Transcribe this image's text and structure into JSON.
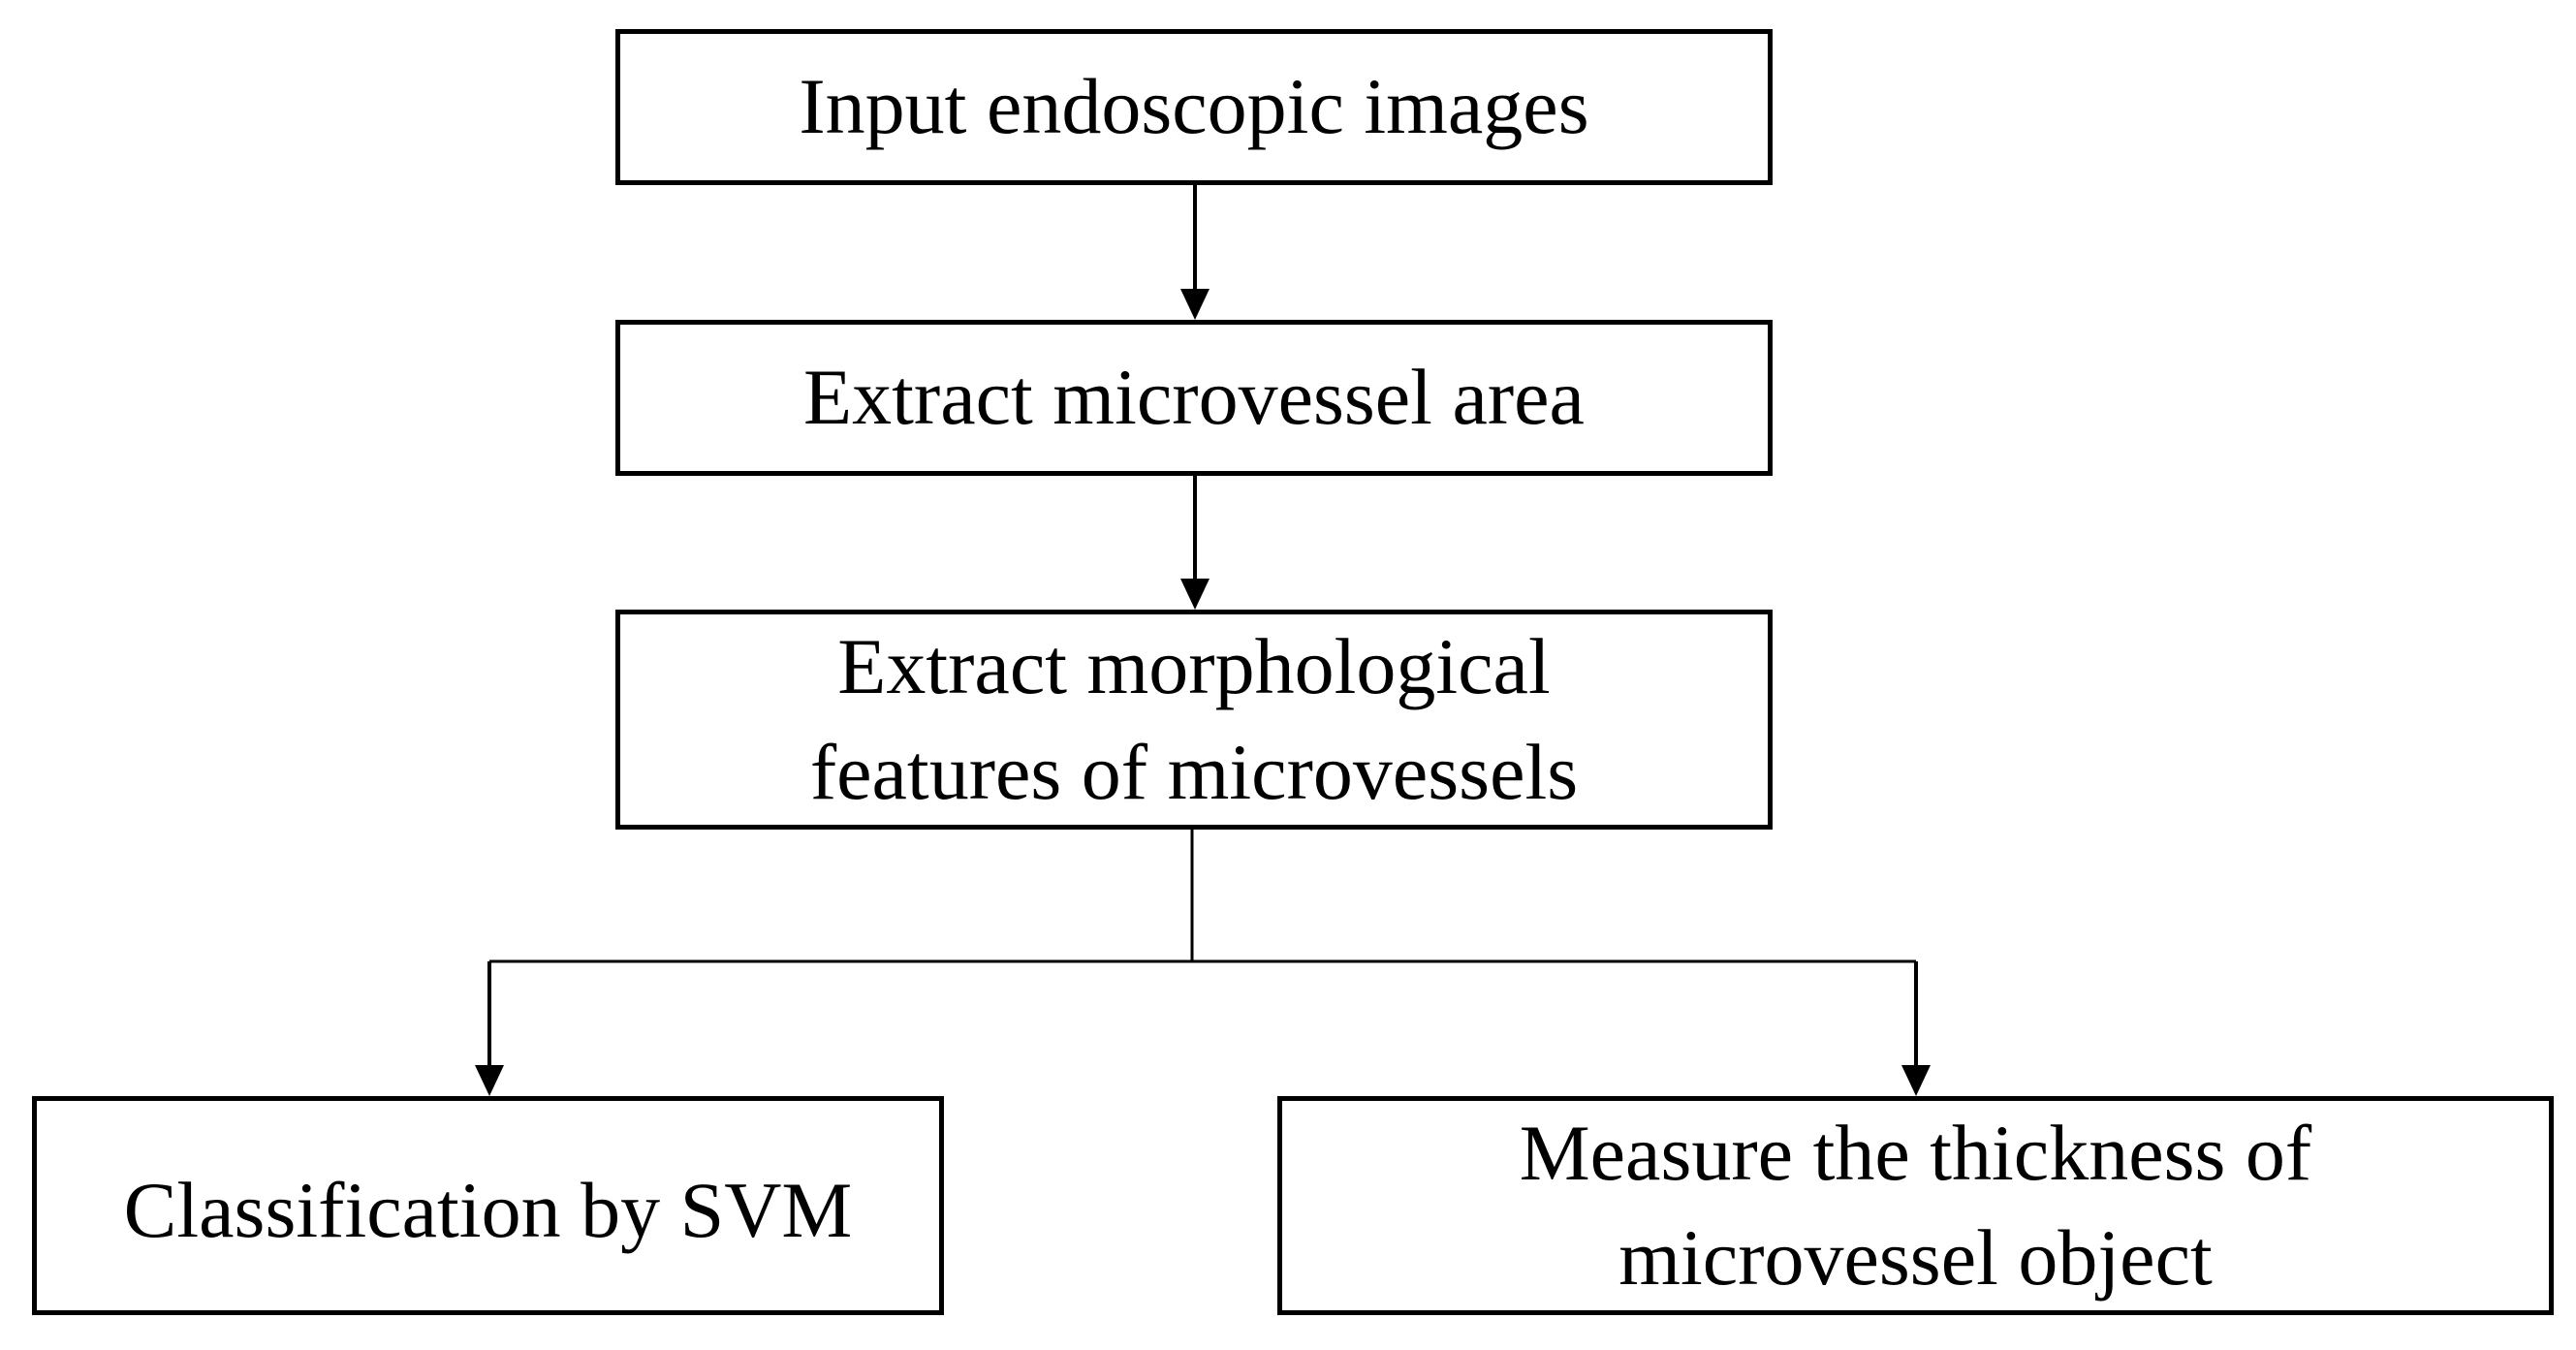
{
  "diagram": {
    "nodes": {
      "input": {
        "lines": [
          "Input endoscopic images"
        ]
      },
      "extract_area": {
        "lines": [
          "Extract microvessel area"
        ]
      },
      "extract_features": {
        "lines": [
          "Extract morphological",
          "features of microvessels"
        ]
      },
      "classification": {
        "lines": [
          "Classification by SVM"
        ]
      },
      "measure": {
        "lines": [
          "Measure the thickness of",
          "microvessel object"
        ]
      }
    },
    "edges": [
      {
        "from": "input",
        "to": "extract_area"
      },
      {
        "from": "extract_area",
        "to": "extract_features"
      },
      {
        "from": "extract_features",
        "to": "classification"
      },
      {
        "from": "extract_features",
        "to": "measure"
      }
    ],
    "colors": {
      "line": "#000000",
      "box_border": "#000000",
      "background": "#ffffff"
    }
  }
}
